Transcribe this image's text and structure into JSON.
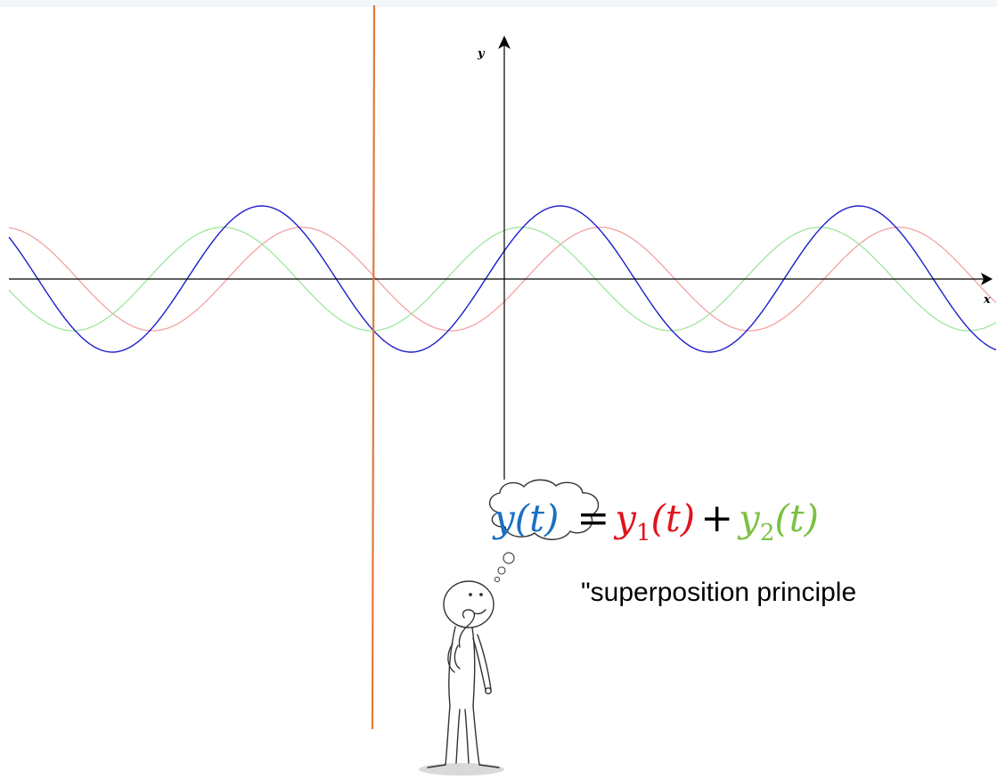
{
  "diagram": {
    "axis_x_label": "x",
    "axis_y_label": "y",
    "equation": {
      "lhs": "y(t)",
      "equals": "=",
      "plus": "+",
      "term1_base": "y",
      "term1_sub": "1",
      "term1_arg": "(t)",
      "term2_base": "y",
      "term2_sub": "2",
      "term2_arg": "(t)"
    },
    "caption": "\"superposition principle",
    "colors": {
      "sum_wave": "#1f1fcc",
      "wave_1": "#f4a2a2",
      "wave_2": "#9fe59f",
      "marker_line": "#e07b39",
      "lhs_text": "#1a6fc2",
      "term1_text": "#e0141e",
      "term2_text": "#7bc143",
      "axis": "#000000"
    },
    "icons": [
      "thinking-stick-figure-icon",
      "thought-cloud-icon"
    ]
  }
}
